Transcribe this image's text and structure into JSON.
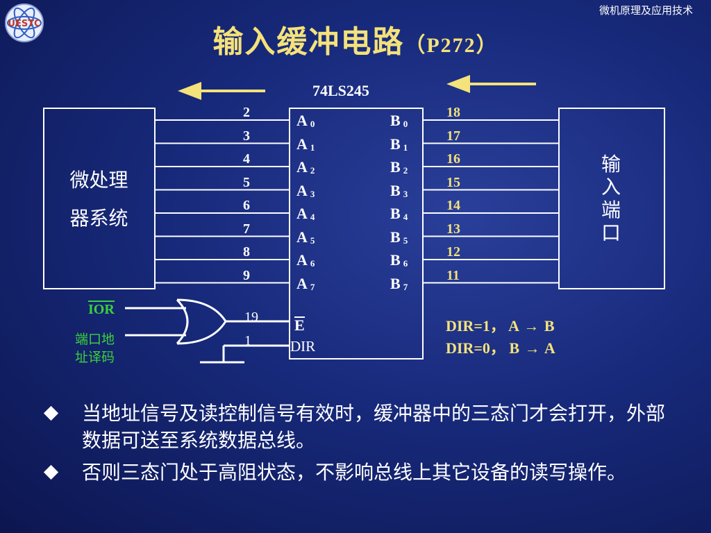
{
  "header": {
    "course": "微机原理及应用技术",
    "logo_text": "UESTC"
  },
  "title": {
    "main": "输入缓冲电路",
    "ref": "（P272）"
  },
  "diagram": {
    "chip": "74LS245",
    "cpu_block": [
      "微处理",
      "器系统"
    ],
    "port_block": [
      "输",
      "入",
      "端",
      "口"
    ],
    "left_pins": [
      "2",
      "3",
      "4",
      "5",
      "6",
      "7",
      "8",
      "9"
    ],
    "right_pins": [
      "18",
      "17",
      "16",
      "15",
      "14",
      "13",
      "12",
      "11"
    ],
    "a_signals": [
      "A",
      "A",
      "A",
      "A",
      "A",
      "A",
      "A",
      "A"
    ],
    "a_index": [
      "0",
      "1",
      "2",
      "3",
      "4",
      "5",
      "6",
      "7"
    ],
    "b_signals": [
      "B",
      "B",
      "B",
      "B",
      "B",
      "B",
      "B",
      "B"
    ],
    "b_index": [
      "0",
      "1",
      "2",
      "3",
      "4",
      "5",
      "6",
      "7"
    ],
    "ior": "IOR",
    "decoder": [
      "端口地",
      "址译码"
    ],
    "gate_pin_top": "19",
    "gate_pin_bottom": "1",
    "enable": "E",
    "dir": "DIR",
    "dir_notes": [
      {
        "text": "DIR=1， A",
        "to": "B"
      },
      {
        "text": "DIR=0， B",
        "to": "A"
      }
    ],
    "colors": {
      "accent_yellow": "#f4e27a",
      "green": "#3ad23a",
      "background": "#17297a"
    }
  },
  "bullets": [
    "当地址信号及读控制信号有效时，缓冲器中的三态门才会打开，外部数据可送至系统数据总线。",
    "否则三态门处于高阻状态，不影响总线上其它设备的读写操作。"
  ]
}
